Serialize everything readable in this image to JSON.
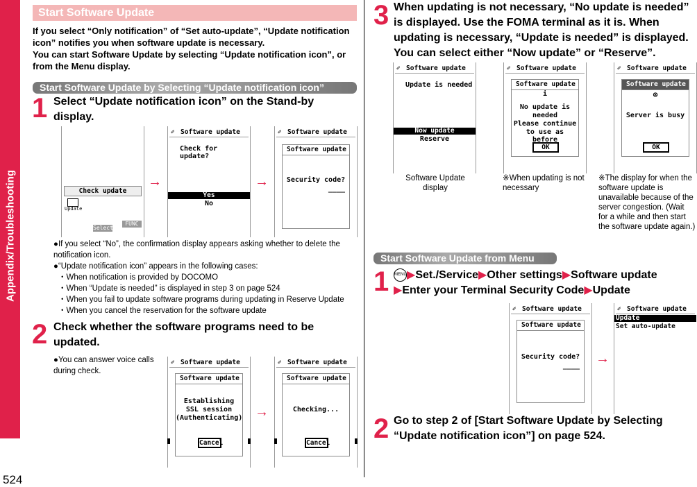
{
  "side_tab": "Appendix/Troubleshooting",
  "page_number": "524",
  "left": {
    "section_title": "Start Software Update",
    "intro_1": "If you select “Only notification” of “Set auto-update”, “Update notification icon” notifies you when software update is necessary.",
    "intro_2": "You can start Software Update by selecting “Update notification icon”, or from the Menu display.",
    "subsection_title": "Start Software Update by Selecting “Update notification icon”",
    "step1_num": "1",
    "step1_text": "Select “Update notification icon” on the Stand-by display.",
    "step1_notes": [
      "●If you select “No”, the confirmation display appears asking whether to delete the notification icon.",
      "●“Update notification icon” appears in the following cases:",
      "・When notification is provided by DOCOMO",
      "・When “Update is needed” is displayed in step 3 on page 524",
      "・When you fail to update software programs during updating in Reserve Update",
      "・When you cancel the reservation for the software update"
    ],
    "step2_num": "2",
    "step2_text": "Check whether the software programs need to be updated.",
    "step2_note": "●You can answer voice calls during check.",
    "screen_standby": {
      "check_label": "Check update",
      "icon_label": "Update",
      "softkey_left": "Select",
      "softkey_right": "FUNC"
    },
    "screen_check": {
      "title": "Software update",
      "question": "Check for update?",
      "yes": "Yes",
      "no": "No"
    },
    "screen_security": {
      "title": "Software update",
      "dialog_title": "Software update",
      "prompt": "Security code?",
      "dashes": "____"
    },
    "screen_ssl": {
      "title": "Software update",
      "dialog_title": "Software update",
      "l1": "Establishing",
      "l2": "SSL session",
      "l3": "(Authenticating)",
      "cancel": "Cancel"
    },
    "screen_checking": {
      "title": "Software update",
      "dialog_title": "Software update",
      "text": "Checking...",
      "cancel": "Cancel"
    }
  },
  "right": {
    "step3_num": "3",
    "step3_text": "When updating is not necessary, “No update is needed” is displayed. Use the FOMA terminal as it is. When updating is necessary, “Update is needed” is displayed. You can select either “Now update” or “Reserve”.",
    "screen_needed": {
      "title": "Software update",
      "text": "Update is needed",
      "now": "Now update",
      "reserve": "Reserve"
    },
    "screen_noupdate": {
      "title": "Software update",
      "dialog_title": "Software update",
      "icon": "i",
      "l1": "No update is",
      "l2": "needed",
      "l3": "Please continue",
      "l4": "to use as before",
      "ok": "OK"
    },
    "screen_busy": {
      "title": "Software update",
      "dialog_title": "Software update",
      "icon": "⊗",
      "text": "Server is busy",
      "ok": "OK"
    },
    "caption_1": "Software Update display",
    "caption_2": "※When updating is not necessary",
    "caption_3": "※The display for when the software update is unavailable because of the server congestion. (Wait for a while and then start the software update again.)",
    "subsection_title": "Start Software Update from Menu",
    "menu_step_num": "1",
    "menu_icon": "MENU",
    "menu_path": [
      "Set./Service",
      "Other settings",
      "Software update",
      "Enter your Terminal Security Code",
      "Update"
    ],
    "screen_menu_sec": {
      "title": "Software update",
      "dialog_title": "Software update",
      "prompt": "Security code?",
      "dashes": "____"
    },
    "screen_menu_list": {
      "title": "Software update",
      "item1": "Update",
      "item2": "Set auto-update"
    },
    "step2_num": "2",
    "step2_text": "Go to step 2 of [Start Software Update by Selecting “Update notification icon”] on page 524.",
    "arrow": "→"
  },
  "colors": {
    "accent": "#e0214a",
    "section_bg": "#f4b7b7",
    "subsection_bg": "#888888"
  }
}
